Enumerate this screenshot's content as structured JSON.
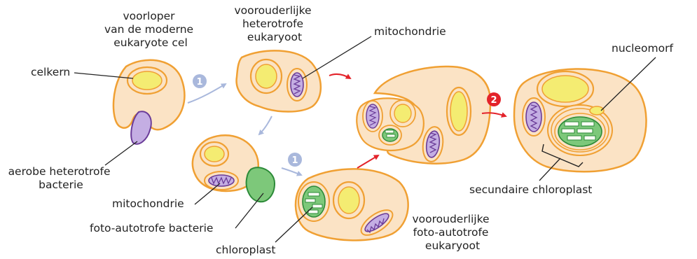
{
  "labels": {
    "precursor": [
      "voorloper",
      "van de moderne",
      "eukaryote cel"
    ],
    "ancestral_heterotroph": [
      "voorouderlijke",
      "heterotrofe",
      "eukaryoot"
    ],
    "mitochondrion_top": "mitochondrie",
    "nucleomorph": "nucleomorf",
    "nucleus": "celkern",
    "aerobic_bacterium": [
      "aerobe heterotrofe",
      "bacterie"
    ],
    "mitochondrion_bottom": "mitochondrie",
    "photoautotrophic_bacterium": "foto-autotrofe bacterie",
    "chloroplast": "chloroplast",
    "ancestral_photoautotroph": [
      "voorouderlijke",
      "foto-autotrofe",
      "eukaryoot"
    ],
    "secondary_chloroplast": "secundaire chloroplast"
  },
  "steps": {
    "primary_endosymbiosis_1": "1",
    "primary_endosymbiosis_2": "1",
    "secondary_endosymbiosis": "2"
  },
  "colors": {
    "cytoplasm": "#fbe3c5",
    "membrane": "#f0a033",
    "nucleus_fill": "#f4ec72",
    "mitochondrion_fill": "#c4aee3",
    "mitochondrion_edge": "#6a3b98",
    "chloroplast_fill": "#7dc87a",
    "chloroplast_edge": "#2c8a38",
    "step1_badge": "#a9b8dc",
    "step2_badge": "#e3232a",
    "arrow_blue": "#a9b8dc",
    "arrow_red": "#e3232a"
  }
}
